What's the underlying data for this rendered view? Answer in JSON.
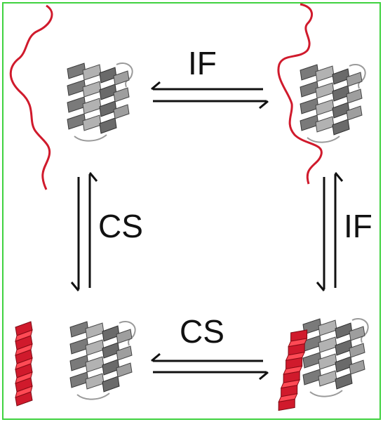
{
  "labels": {
    "top": "IF",
    "left": "CS",
    "right": "IF",
    "bottom": "CS"
  },
  "colors": {
    "frame": "#3fd23f",
    "protein": "#808080",
    "peptide": "#d01a2c",
    "arrow": "#111111"
  },
  "states": [
    {
      "name": "unbound-protein-with-disordered-peptide"
    },
    {
      "name": "encounter-complex"
    },
    {
      "name": "unbound-protein-with-helical-peptide"
    },
    {
      "name": "bound-complex"
    }
  ]
}
